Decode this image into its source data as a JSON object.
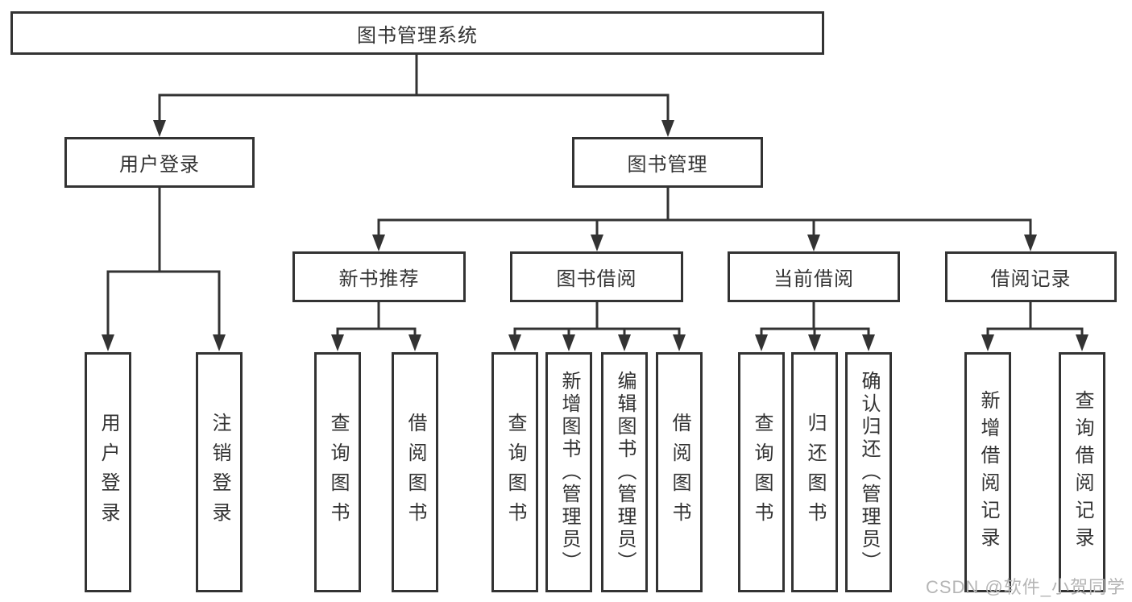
{
  "colors": {
    "line": "#333333",
    "text": "#333333",
    "watermark": "#b5b5b5",
    "background": "#ffffff"
  },
  "watermark": {
    "text": "CSDN @软件_小贺同学"
  },
  "tree": {
    "label": "图书管理系统",
    "children": [
      {
        "label": "用户登录",
        "children": [
          {
            "label": "用户登录"
          },
          {
            "label": "注销登录"
          }
        ]
      },
      {
        "label": "图书管理",
        "children": [
          {
            "label": "新书推荐",
            "children": [
              {
                "label": "查询图书"
              },
              {
                "label": "借阅图书"
              }
            ]
          },
          {
            "label": "图书借阅",
            "children": [
              {
                "label": "查询图书"
              },
              {
                "label": "新增图书（管理员）"
              },
              {
                "label": "编辑图书（管理员）"
              },
              {
                "label": "借阅图书"
              }
            ]
          },
          {
            "label": "当前借阅",
            "children": [
              {
                "label": "查询图书"
              },
              {
                "label": "归还图书"
              },
              {
                "label": "确认归还（管理员）"
              }
            ]
          },
          {
            "label": "借阅记录",
            "children": [
              {
                "label": "新增借阅记录"
              },
              {
                "label": "查询借阅记录"
              }
            ]
          }
        ]
      }
    ]
  }
}
